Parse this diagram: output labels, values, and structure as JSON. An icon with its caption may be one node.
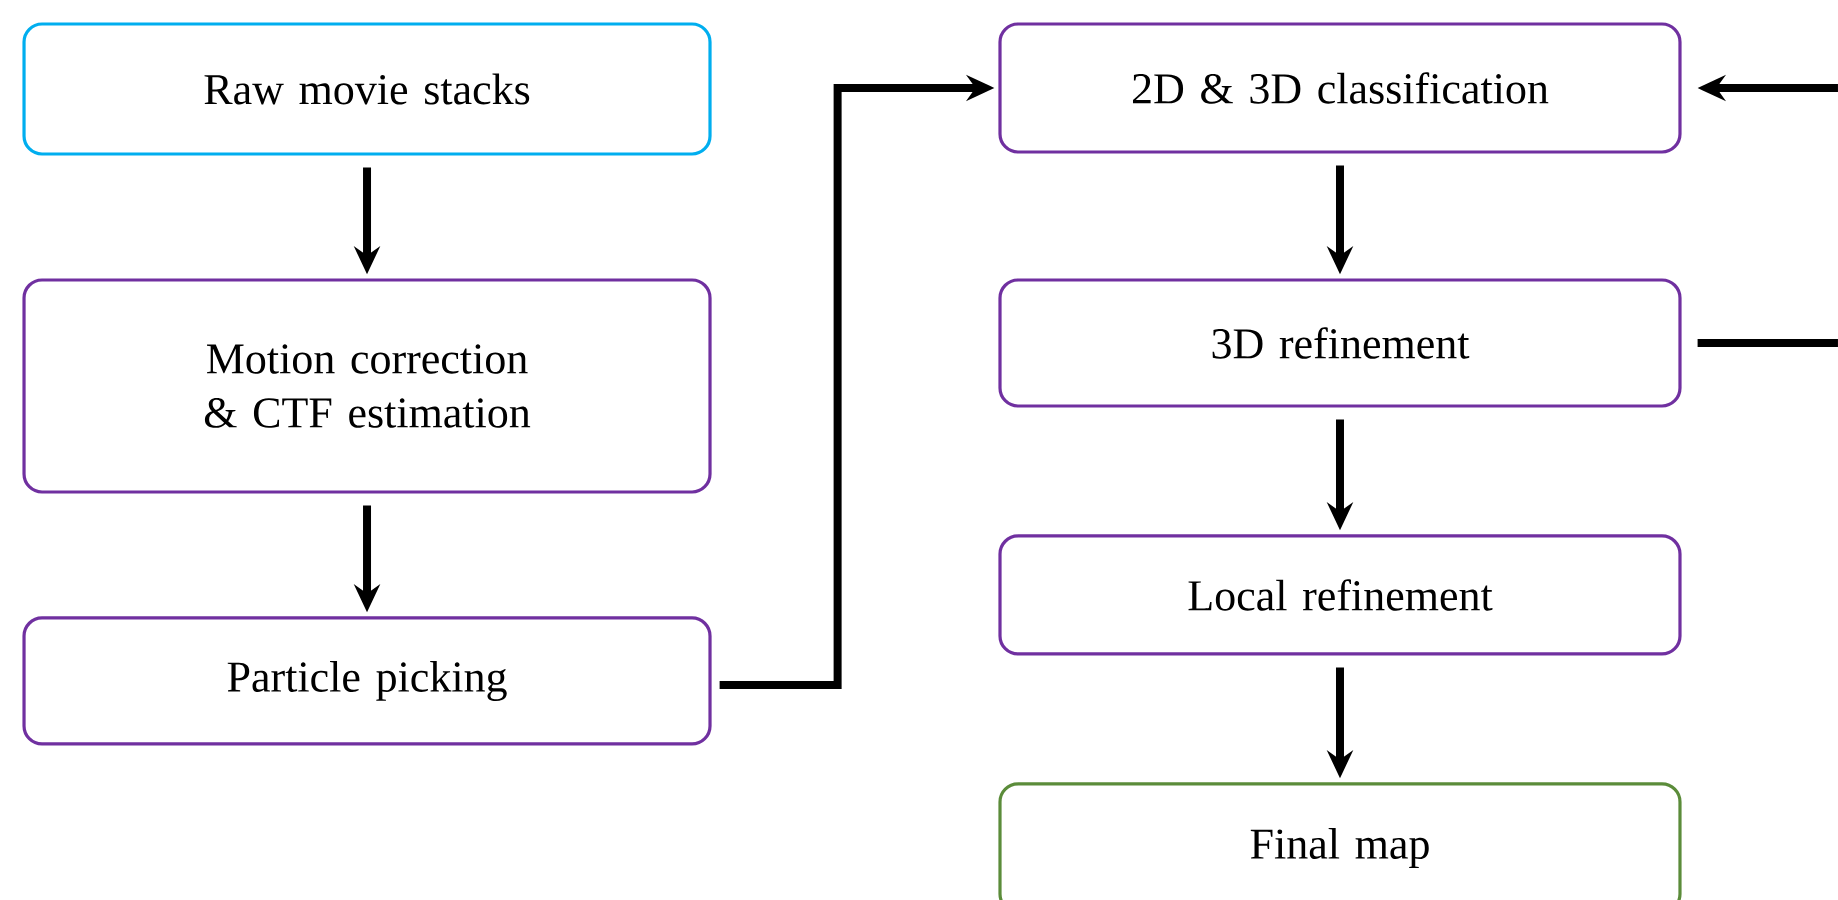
{
  "diagram": {
    "nodes": [
      {
        "text": [
          "Raw movie stacks"
        ]
      },
      {
        "text": [
          "Motion correction & CTF estimation"
        ]
      },
      {
        "text": [
          "Particle picking"
        ]
      },
      {
        "text": [
          "2D & 3D classification"
        ]
      },
      {
        "text": [
          "3D refinement"
        ]
      },
      {
        "text": [
          "Local refinement"
        ]
      },
      {
        "text": [
          "Final map"
        ]
      }
    ],
    "edges": [
      {
        "from": 0,
        "to": 1,
        "arrow": "to"
      },
      {
        "from": 1,
        "to": 2,
        "arrow": "to"
      },
      {
        "from": 2,
        "to": 3,
        "arrow": "to"
      },
      {
        "from": 3,
        "to": 4,
        "arrow": "to"
      },
      {
        "from": 4,
        "to": 5,
        "arrow": "to"
      },
      {
        "from": 5,
        "to": 6,
        "arrow": "to"
      },
      {
        "from": 4,
        "to": 3,
        "arrow": "to"
      }
    ]
  }
}
